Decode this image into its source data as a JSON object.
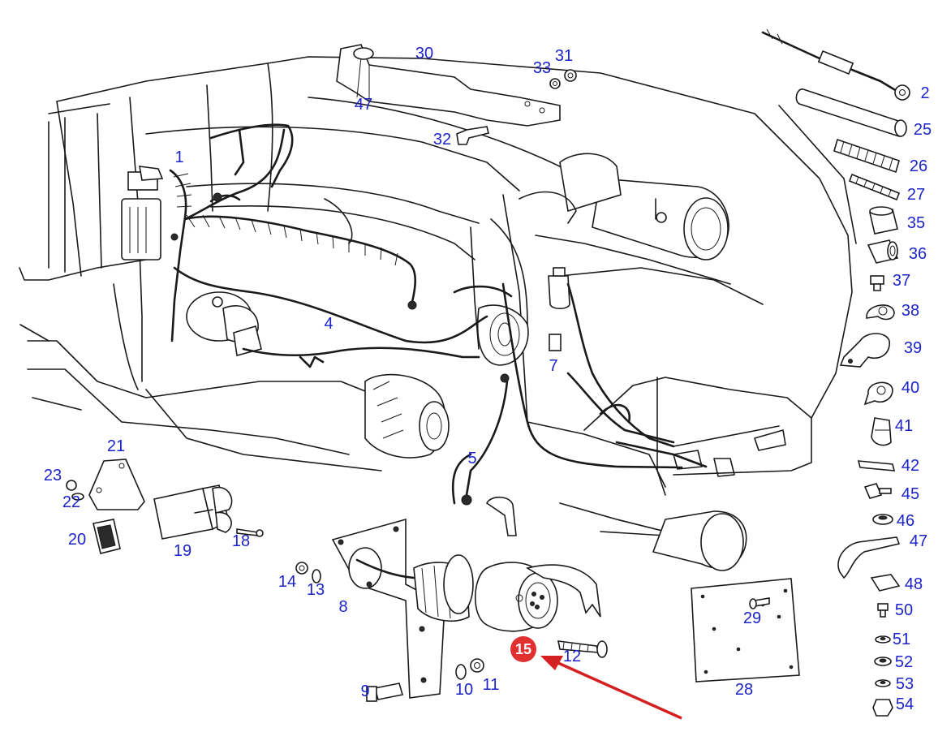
{
  "diagram": {
    "part_labels": [
      "1",
      "2",
      "4",
      "5",
      "7",
      "8",
      "9",
      "10",
      "11",
      "12",
      "13",
      "14",
      "18",
      "19",
      "20",
      "21",
      "22",
      "23",
      "25",
      "26",
      "27",
      "28",
      "29",
      "30",
      "31",
      "32",
      "33",
      "35",
      "36",
      "37",
      "38",
      "39",
      "40",
      "41",
      "42",
      "45",
      "46",
      "47",
      "47",
      "48",
      "50",
      "51",
      "52",
      "53",
      "54"
    ],
    "highlight": {
      "label": "15",
      "marker_color": "#e03030",
      "arrow_color": "#d42020"
    },
    "label_color": "#1c23c8"
  }
}
